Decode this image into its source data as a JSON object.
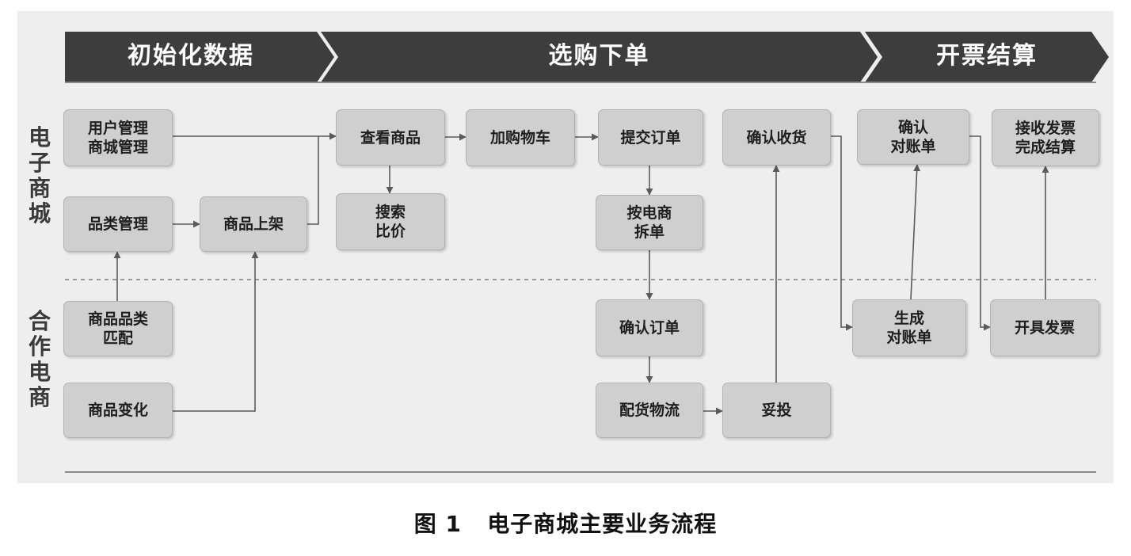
{
  "phases": [
    {
      "label": "初始化数据"
    },
    {
      "label": "选购下单"
    },
    {
      "label": "开票结算"
    }
  ],
  "lanes": {
    "mall": "电子商城",
    "partner": "合作电商"
  },
  "nodes": {
    "user_mgmt": "用户管理\n商城管理",
    "category_mgmt": "品类管理",
    "listing": "商品上架",
    "view_product": "查看商品",
    "search": "搜索\n比价",
    "add_cart": "加购物车",
    "submit_order": "提交订单",
    "split_order": "按电商\n拆单",
    "confirm_receipt": "确认收货",
    "confirm_statement": "确认\n对账单",
    "receive_invoice": "接收发票\n完成结算",
    "category_match": "商品品类\n匹配",
    "product_change": "商品变化",
    "confirm_order": "确认订单",
    "logistics": "配货物流",
    "delivered": "妥投",
    "gen_statement": "生成\n对账单",
    "issue_invoice": "开具发票"
  },
  "caption": "图 1   电子商城主要业务流程",
  "colors": {
    "banner": "#3d3d3d",
    "node_fill": "#cfcfcf",
    "panel": "#eeeeee",
    "line": "#5a5a5a"
  }
}
